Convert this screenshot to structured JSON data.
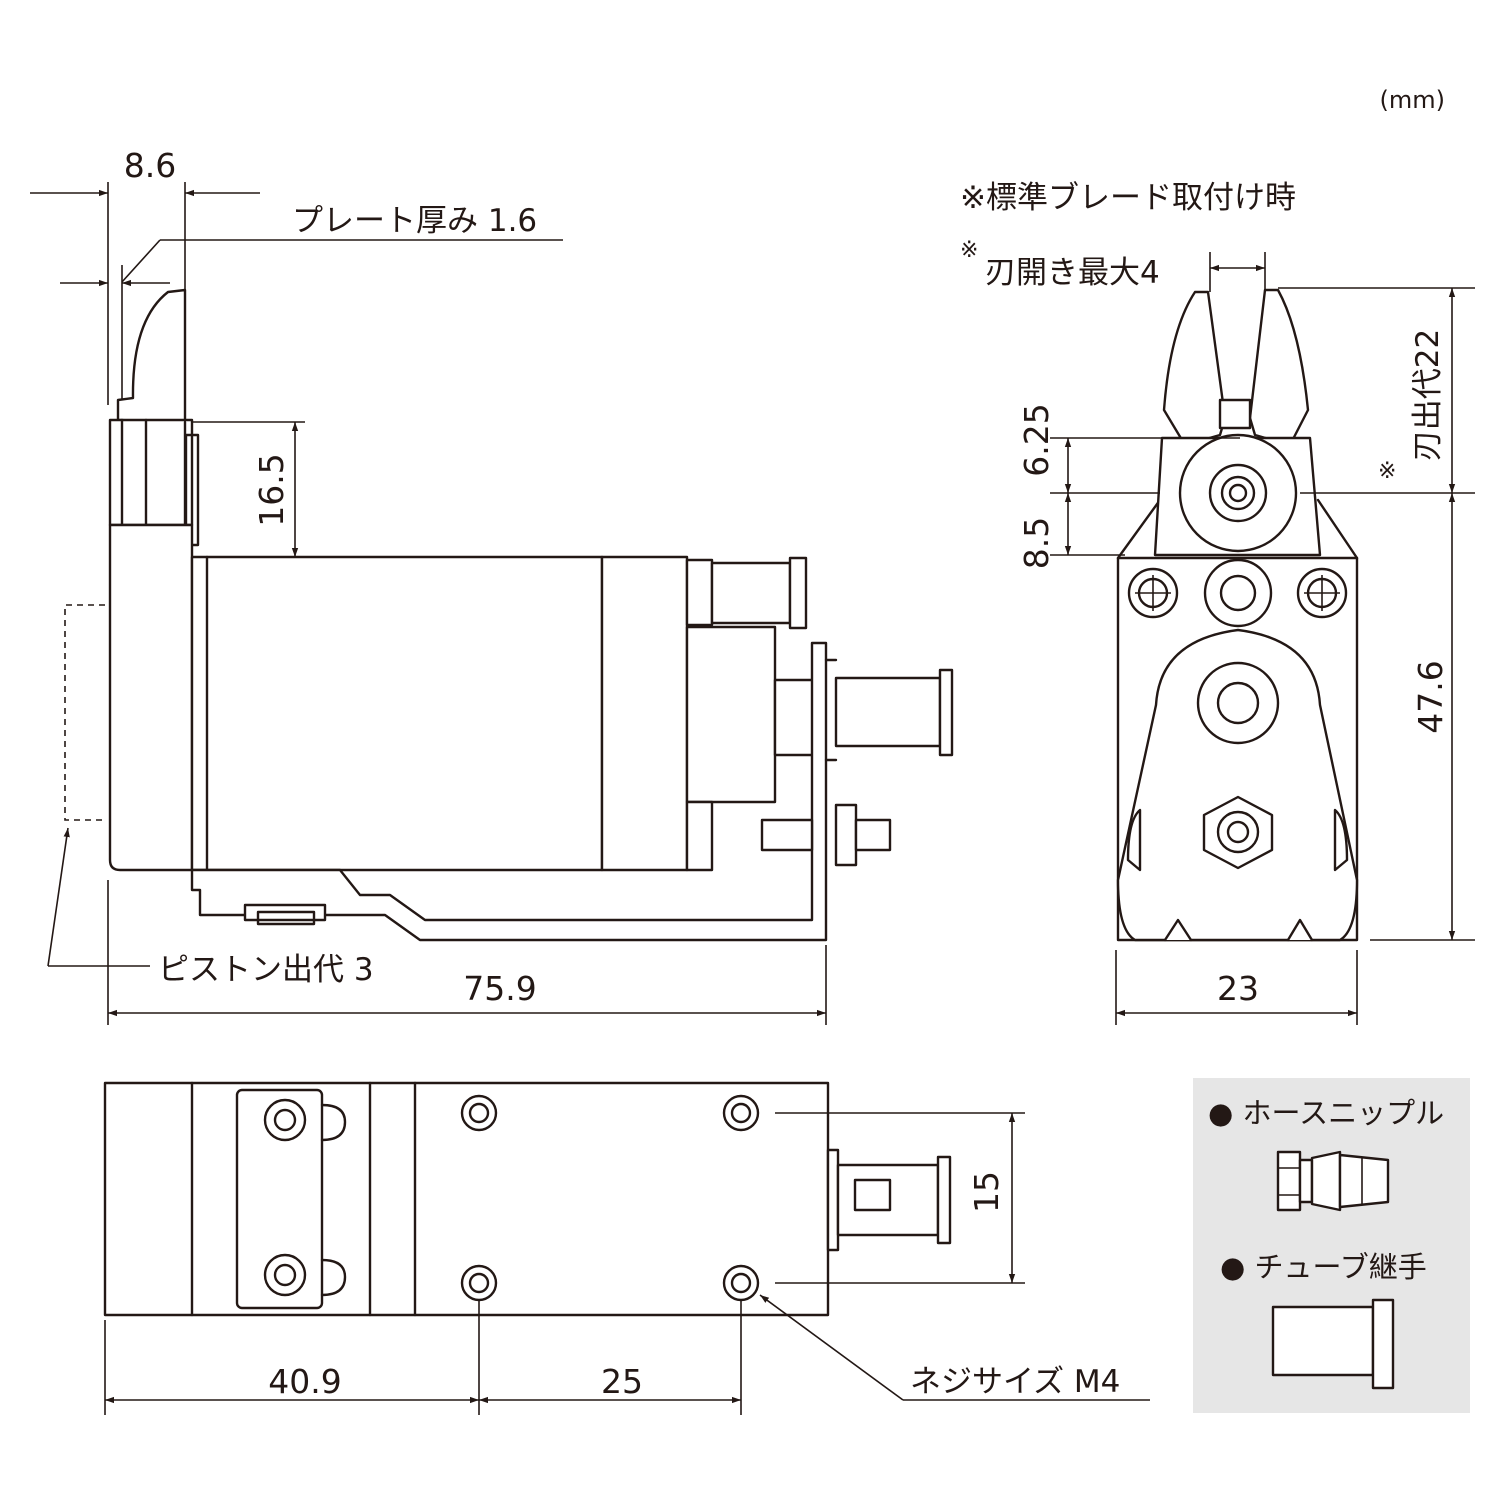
{
  "units": "(mm)",
  "side_view": {
    "dim_width_top": "8.6",
    "plate_label": "プレート厚み 1.6",
    "dim_height": "16.5",
    "piston_label": "ピストン出代 3",
    "dim_length": "75.9"
  },
  "front_view": {
    "note_blade": "※標準ブレード取付け時",
    "note_star": "※",
    "opening_label": "刃開き最大4",
    "dim_upper": "6.25",
    "dim_lower": "8.5",
    "blade_protrusion": "刃出代22",
    "blade_star": "※",
    "dim_height": "47.6",
    "dim_width": "23"
  },
  "top_view": {
    "dim_a": "40.9",
    "dim_b": "25",
    "dim_c": "15",
    "screw_label": "ネジサイズ M4"
  },
  "legend": {
    "bg_color": "#e6e6e6",
    "item1": "● ホースニップル",
    "item2": "● チューブ継手"
  }
}
